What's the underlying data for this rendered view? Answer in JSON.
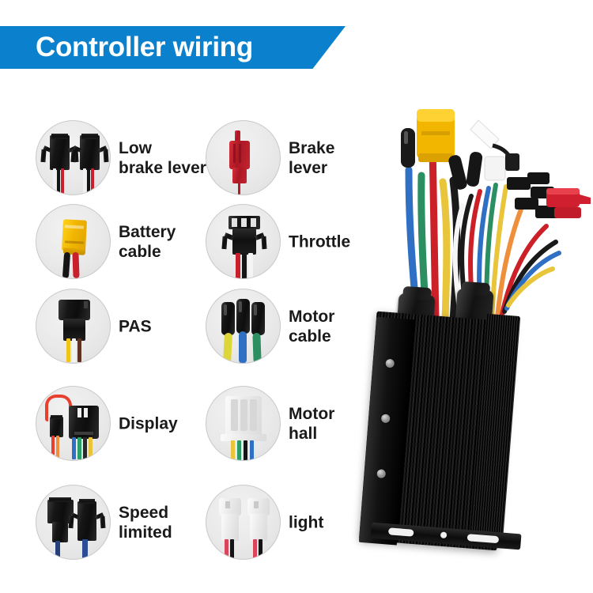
{
  "banner": {
    "title": "Controller wiring",
    "color": "#0b80cd",
    "text_color": "#ffffff"
  },
  "legend": {
    "column_left": [
      {
        "label": "Low\nbrake lever",
        "icon": "dual-black-sm-connector-icon",
        "wire_colors": [
          "#ffffff",
          "#1a1a1a",
          "#c8202c"
        ]
      },
      {
        "label": "Battery\ncable",
        "icon": "yellow-xt-connector-icon",
        "wire_colors": [
          "#1a1a1a",
          "#c8202c"
        ]
      },
      {
        "label": "PAS",
        "icon": "black-pas-connector-icon",
        "wire_colors": [
          "#f2c319",
          "#ffffff",
          "#6b3b2a"
        ]
      },
      {
        "label": "Display",
        "icon": "display-connector-icon",
        "wire_colors": [
          "#e8432f",
          "#f0903a",
          "#2f6fc4",
          "#2aa06a",
          "#e8c53a"
        ]
      },
      {
        "label": "Speed\nlimited",
        "icon": "speed-limit-connector-icon",
        "wire_colors": [
          "#1f3f7a",
          "#2f5fae"
        ]
      }
    ],
    "column_right": [
      {
        "label": "Brake\nlever",
        "icon": "red-brake-connector-icon",
        "wire_colors": [
          "#c8202c"
        ]
      },
      {
        "label": "Throttle",
        "icon": "black-throttle-connector-icon",
        "wire_colors": [
          "#c8202c",
          "#1a1a1a",
          "#ffffff"
        ]
      },
      {
        "label": "Motor\ncable",
        "icon": "motor-bullet-connector-icon",
        "wire_colors": [
          "#e3d93a",
          "#2f6fc4",
          "#2f8f5f"
        ]
      },
      {
        "label": "Motor\nhall",
        "icon": "white-hall-connector-icon",
        "wire_colors": [
          "#e8c53a",
          "#2aa06a",
          "#1a1a1a",
          "#2f6fc4"
        ]
      },
      {
        "label": "light",
        "icon": "white-light-connector-icon",
        "wire_colors": [
          "#d9455a",
          "#1a1a1a"
        ]
      }
    ]
  },
  "product": {
    "name": "brushless-motor-controller",
    "body_color": "#101010",
    "glands": 2,
    "screws": 3,
    "harness_left": [
      "yellow-xt-connector",
      "black-bullet-connector",
      "blue-wire",
      "green-wire",
      "red-wire",
      "yellow-wire",
      "black-wire"
    ],
    "harness_right": [
      "white-connector",
      "black-sm-connector",
      "red-connector",
      "blue-wire",
      "green-wire",
      "red-wire",
      "yellow-wire",
      "black-wire",
      "white-wire",
      "orange-wire"
    ]
  },
  "background": {
    "page_color": "#ffffff",
    "circle_fill": "#e9e9e9",
    "circle_border": "#c9c9c9"
  }
}
